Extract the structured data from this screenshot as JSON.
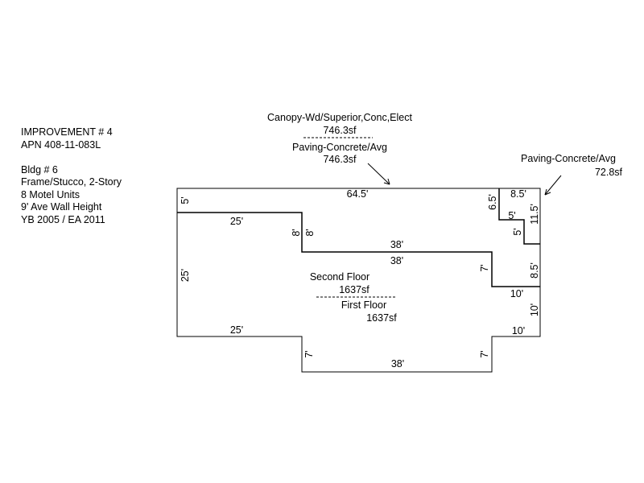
{
  "info": {
    "improvement": "IMPROVEMENT # 4",
    "apn": "APN 408-11-083L",
    "bldg": "Bldg # 6",
    "construction": "Frame/Stucco, 2-Story",
    "units": "8 Motel Units",
    "wall_height": "9' Ave Wall Height",
    "years": "YB 2005 / EA 2011"
  },
  "callouts": {
    "canopy_label": "Canopy-Wd/Superior,Conc,Elect",
    "canopy_area": "746.3sf",
    "paving1_label": "Paving-Concrete/Avg",
    "paving1_area": "746.3sf",
    "paving2_label": "Paving-Concrete/Avg",
    "paving2_area": "72.8sf"
  },
  "areas": {
    "second_floor_label": "Second Floor",
    "second_floor_area": "1637sf",
    "first_floor_label": "First Floor",
    "first_floor_area": "1637sf"
  },
  "dimensions": {
    "top": "64.5'",
    "left_upper": "5'",
    "left_main": "25'",
    "upper_step_width": "25'",
    "upper_step_height": "8'",
    "middle_upper": "38'",
    "middle_lower": "38'",
    "right_middle_height": "7'",
    "notch_left": "6.5'",
    "notch_top": "8.5'",
    "notch_inner_width": "5'",
    "notch_inner_height": "5'",
    "right_upper": "11.5'",
    "right_mid": "8.5'",
    "ledge_upper": "10'",
    "right_lower": "10'",
    "ledge_lower": "10'",
    "bottom_left_width": "25'",
    "bottom_left_step": "7'",
    "bottom": "38'",
    "bottom_right_step": "7'"
  }
}
